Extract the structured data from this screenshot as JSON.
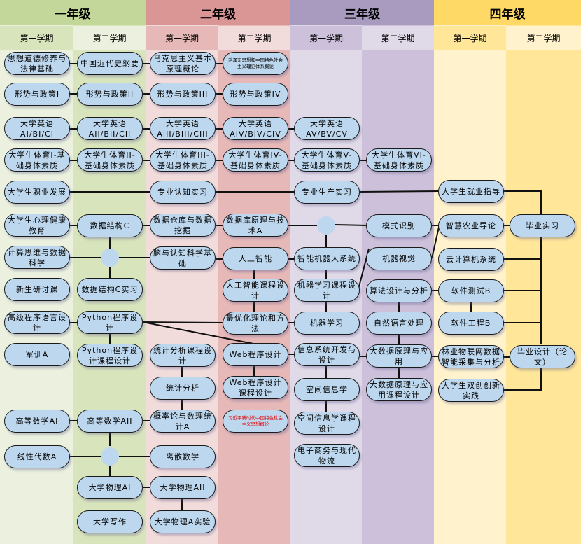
{
  "years": [
    {
      "label": "一年级",
      "color": "#c4d79b",
      "semesters": [
        {
          "label": "第一学期",
          "head_color": "#d8e4bc",
          "bg": "#ebf1de"
        },
        {
          "label": "第二学期",
          "head_color": "#ebf1de",
          "bg": "#d8e4bc"
        }
      ]
    },
    {
      "label": "二年级",
      "color": "#da9694",
      "semesters": [
        {
          "label": "第一学期",
          "head_color": "#e6b8b7",
          "bg": "#f2dcdb"
        },
        {
          "label": "第二学期",
          "head_color": "#f2dcdb",
          "bg": "#e6b8b7"
        }
      ]
    },
    {
      "label": "三年级",
      "color": "#a99bbf",
      "semesters": [
        {
          "label": "第一学期",
          "head_color": "#ccc0da",
          "bg": "#e0dae8"
        },
        {
          "label": "第二学期",
          "head_color": "#e0dae8",
          "bg": "#ccc0da"
        }
      ]
    },
    {
      "label": "四年级",
      "color": "#ffd966",
      "semesters": [
        {
          "label": "第一学期",
          "head_color": "#ffe699",
          "bg": "#fff2cc"
        },
        {
          "label": "第二学期",
          "head_color": "#fff2cc",
          "bg": "#ffe699"
        }
      ]
    }
  ],
  "courses": {
    "c1": "思想道德修养与法律基础",
    "c2": "中国近代史纲要",
    "c3": "马克思主义基本原理概论",
    "c4": "毛泽东思想和中国特色社会主义理论体系概论",
    "c5": "形势与政策I",
    "c6": "形势与政策II",
    "c7": "形势与政策III",
    "c8": "形势与政策IV",
    "c9": "大学英语AI/BI/CI",
    "c10": "大学英语AII/BII/CII",
    "c11": "大学英语AIII/BIII/CIII",
    "c12": "大学英语AIV/BIV/CIV",
    "c13": "大学英语AV/BV/CV",
    "c14": "大学生体育I-基础身体素质",
    "c15": "大学生体育II-基础身体素质",
    "c16": "大学生体育III-基础身体素质",
    "c17": "大学生体育IV-基础身体素质",
    "c18": "大学生体育V-基础身体素质",
    "c19": "大学生体育VI-基础身体素质",
    "c20": "大学生职业发展",
    "c21": "专业认知实习",
    "c22": "专业生产实习",
    "c23": "大学生就业指导",
    "c24": "大学生心理健康教育",
    "c25": "数据结构C",
    "c26": "数据仓库与数据挖掘",
    "c27": "数据库原理与技术A",
    "c28": "模式识别",
    "c29": "智慧农业导论",
    "c30": "毕业实习",
    "c31": "计算思维与数据科学",
    "c32": "脑与认知科学基础",
    "c33": "人工智能",
    "c34": "智能机器人系统",
    "c35": "机器视觉",
    "c36": "云计算机系统",
    "c37": "新生研讨课",
    "c38": "数据结构C实习",
    "c39": "人工智能课程设计",
    "c40": "机器学习课程设计",
    "c41": "算法设计与分析",
    "c42": "软件测试B",
    "c43": "高级程序语言设计",
    "c44": "Python程序设计",
    "c45": "最优化理论和方法",
    "c46": "机器学习",
    "c47": "自然语言处理",
    "c48": "软件工程B",
    "c49": "军训A",
    "c50": "Python程序设计课程设计",
    "c51": "统计分析课程设计",
    "c52": "Web程序设计",
    "c53": "信息系统开发与设计",
    "c54": "大数据原理与应用",
    "c55": "林业物联网数据智能采集与分析",
    "c56": "毕业设计（论文）",
    "c57": "统计分析",
    "c58": "Web程序设计课程设计",
    "c59": "空间信息学",
    "c60": "大数据原理与应用课程设计",
    "c61": "大学生双创创新实践",
    "c62": "高等数学AI",
    "c63": "高等数学AII",
    "c64": "概率论与数理统计A",
    "c65": "习近平新时代中国特色社会主义思想概论",
    "c66": "空间信息学课程设计",
    "c67": "线性代数A",
    "c68": "离散数学",
    "c69": "电子商务与现代物流",
    "c70": "大学物理AI",
    "c71": "大学物理AII",
    "c72": "大学写作",
    "c73": "大学物理A实验"
  },
  "colors": {
    "node_fill": "#bdd7ee",
    "node_border": "#1a1a1a",
    "highlight_text": "#e00000"
  }
}
